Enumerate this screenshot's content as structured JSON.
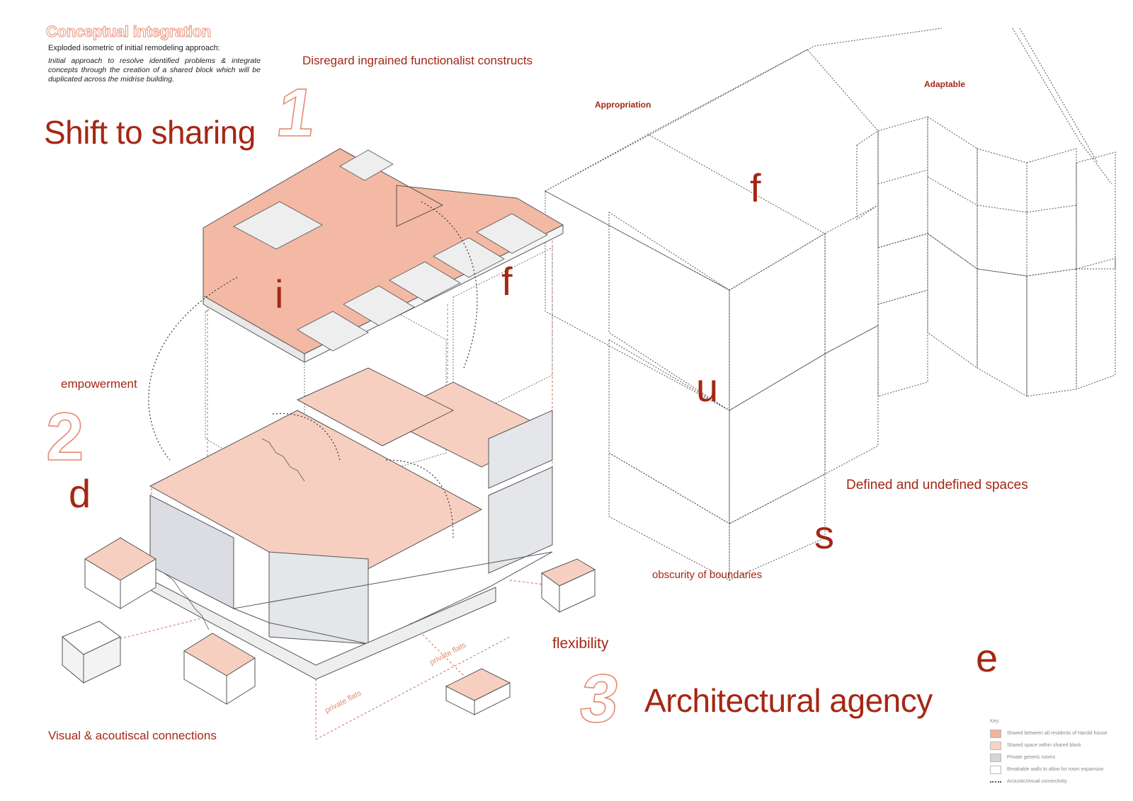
{
  "header": {
    "title": "Conceptual integration",
    "subtitle": "Exploded isometric of initial remodeling approach:",
    "description": "Initial approach to resolve identified problems & integrate concepts through the creation of a shared block which will be duplicated across the midrise building."
  },
  "themes": {
    "one": {
      "number": "1",
      "heading": "Shift to sharing"
    },
    "two": {
      "number": "2"
    },
    "three": {
      "number": "3",
      "heading": "Architectural agency"
    }
  },
  "annotations": {
    "disregard": "Disregard ingrained functionalist constructs",
    "appropriation": "Appropriation",
    "adaptable": "Adaptable",
    "empowerment": "empowerment",
    "defined": "Defined and undefined spaces",
    "obscurity": "obscurity of boundaries",
    "flexibility": "flexibility",
    "visual": "Visual & acoutiscal connections",
    "private_flats_1": "private flats",
    "private_flats_2": "private flats"
  },
  "letters": {
    "i": "i",
    "f1": "f",
    "f2": "f",
    "d": "d",
    "u": "u",
    "s": "s",
    "e": "e"
  },
  "legend": {
    "key_label": "Key:",
    "items": [
      {
        "label": "Shared between all residents of Harold house",
        "color": "#f0b39e"
      },
      {
        "label": "Shared space within shared block",
        "color": "#f8d4c6"
      },
      {
        "label": "Private generic rooms",
        "color": "#d4d5db"
      },
      {
        "label": "Breakable walls to allow for room expansion",
        "color": "#ffffff"
      }
    ],
    "connectivity_label": "Acoustic/visual connectivity"
  },
  "colors": {
    "accent": "#a52714",
    "salmon": "#f0b39e",
    "light_salmon": "#f8d4c6",
    "private_grey": "#d4d5db",
    "outline": "#e58a72"
  }
}
